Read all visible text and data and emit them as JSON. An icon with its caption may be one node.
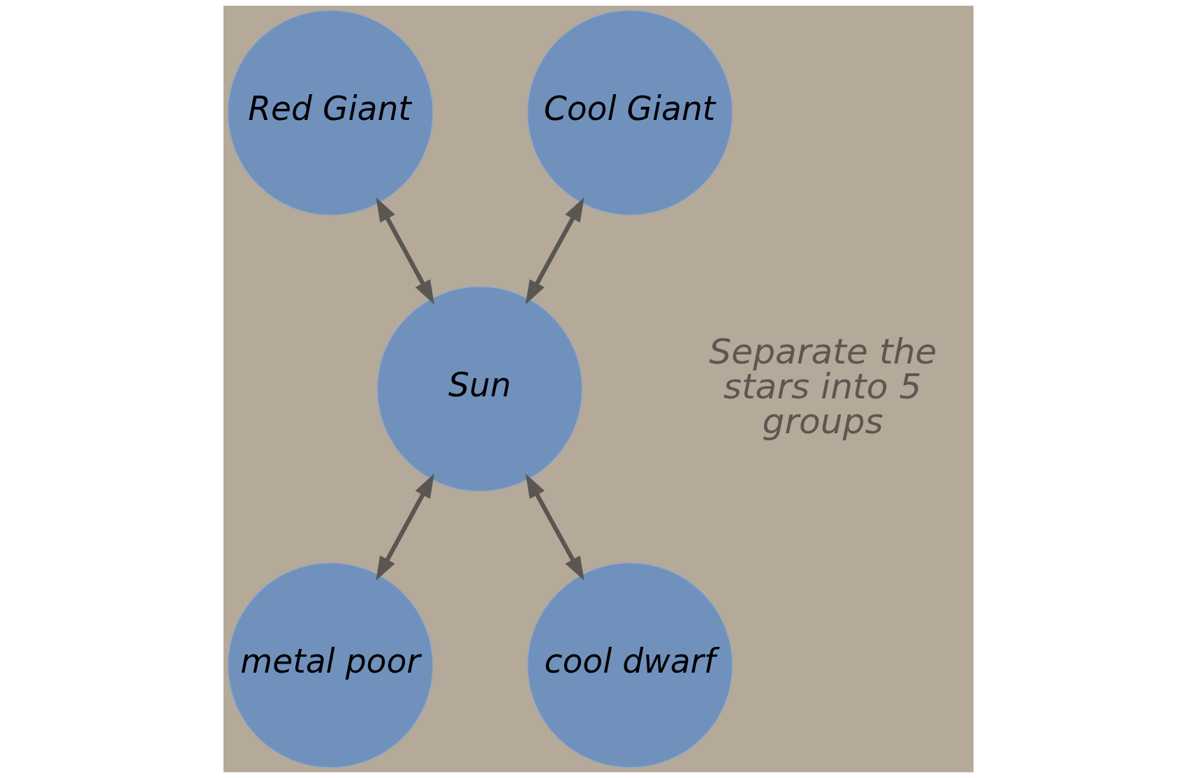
{
  "diagram": {
    "nodes": [
      {
        "text": [
          "Red Giant"
        ]
      },
      {
        "text": [
          "Cool Giant"
        ]
      },
      {
        "text": [
          "Sun"
        ]
      },
      {
        "text": [
          "metal poor"
        ]
      },
      {
        "text": [
          "cool dwarf"
        ]
      }
    ],
    "edges": [
      {
        "from": 0,
        "to": 2,
        "arrow": "both"
      },
      {
        "from": 1,
        "to": 2,
        "arrow": "both"
      },
      {
        "from": 2,
        "to": 3,
        "arrow": "both"
      },
      {
        "from": 2,
        "to": 4,
        "arrow": "both"
      }
    ],
    "labels": [
      "Separate the stars into 5 groups"
    ]
  }
}
